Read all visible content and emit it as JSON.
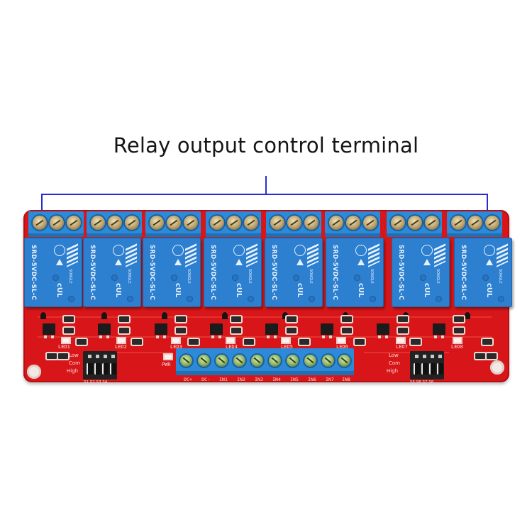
{
  "annotation": {
    "title": "Relay output control terminal",
    "bracket_color": "#2b2bd6"
  },
  "board": {
    "pcb_color": "#d8161a",
    "relay_color": "#2d7fcf",
    "channel_count": 8,
    "relays": [
      {
        "model": "SRD-5VDC-SL-C",
        "brand": "SONGLE"
      },
      {
        "model": "SRD-5VDC-SL-C",
        "brand": "SONGLE"
      },
      {
        "model": "SRD-5VDC-SL-C",
        "brand": "SONGLE"
      },
      {
        "model": "SRD-5VDC-SL-C",
        "brand": "SONGLE"
      },
      {
        "model": "SRD-5VDC-SL-C",
        "brand": "SONGLE"
      },
      {
        "model": "SRD-5VDC-SL-C",
        "brand": "SONGLE"
      },
      {
        "model": "SRD-5VDC-SL-C",
        "brand": "SONGLE"
      },
      {
        "model": "SRD-5VDC-SL-C",
        "brand": "SONGLE"
      }
    ],
    "led_labels": [
      "LED1",
      "LED2",
      "LED3",
      "LED4",
      "LED5",
      "LED6",
      "LED7",
      "LED8"
    ],
    "input_terminal_labels": [
      "DC+",
      "DC-",
      "IN1",
      "IN2",
      "IN3",
      "IN4",
      "IN5",
      "IN6",
      "IN7",
      "IN8"
    ],
    "left_jumper": {
      "labels": [
        "Low",
        "Com",
        "High"
      ],
      "pins": "S1 S2 S3 S4"
    },
    "right_jumper": {
      "labels": [
        "Low",
        "Com",
        "High"
      ],
      "pins": "S5 S6 S7 S8"
    },
    "power_led_label": "PWR"
  }
}
